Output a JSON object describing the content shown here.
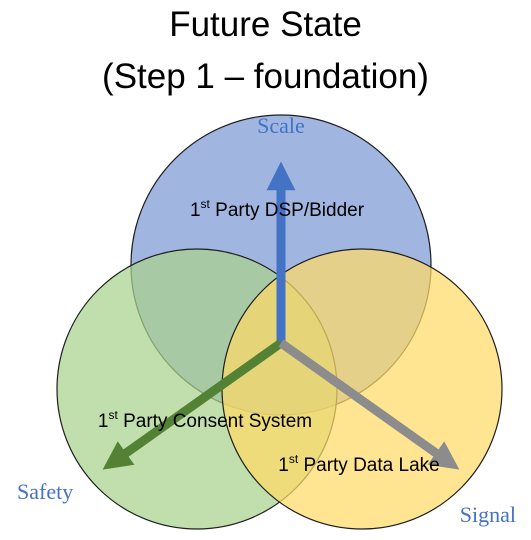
{
  "title": {
    "line1": "Future State",
    "line2": "(Step 1 – foundation)"
  },
  "axes": {
    "up": "Scale",
    "left": "Safety",
    "right": "Signal"
  },
  "circles": {
    "top": {
      "prefix": "1",
      "sup": "st",
      "rest": " Party DSP/Bidder",
      "color": "#8FA9DC"
    },
    "left": {
      "prefix": "1",
      "sup": "st",
      "rest": " Party Consent System",
      "color": "#A9D18E"
    },
    "right": {
      "prefix": "1",
      "sup": "st",
      "rest": " Party Data Lake",
      "color": "#FFD966"
    }
  },
  "colors": {
    "axis_label": "#4472C4",
    "arrow_up": "#4472C4",
    "arrow_left": "#548235",
    "arrow_right": "#8C8C8C",
    "circle_outline": "#1F1F1F"
  }
}
